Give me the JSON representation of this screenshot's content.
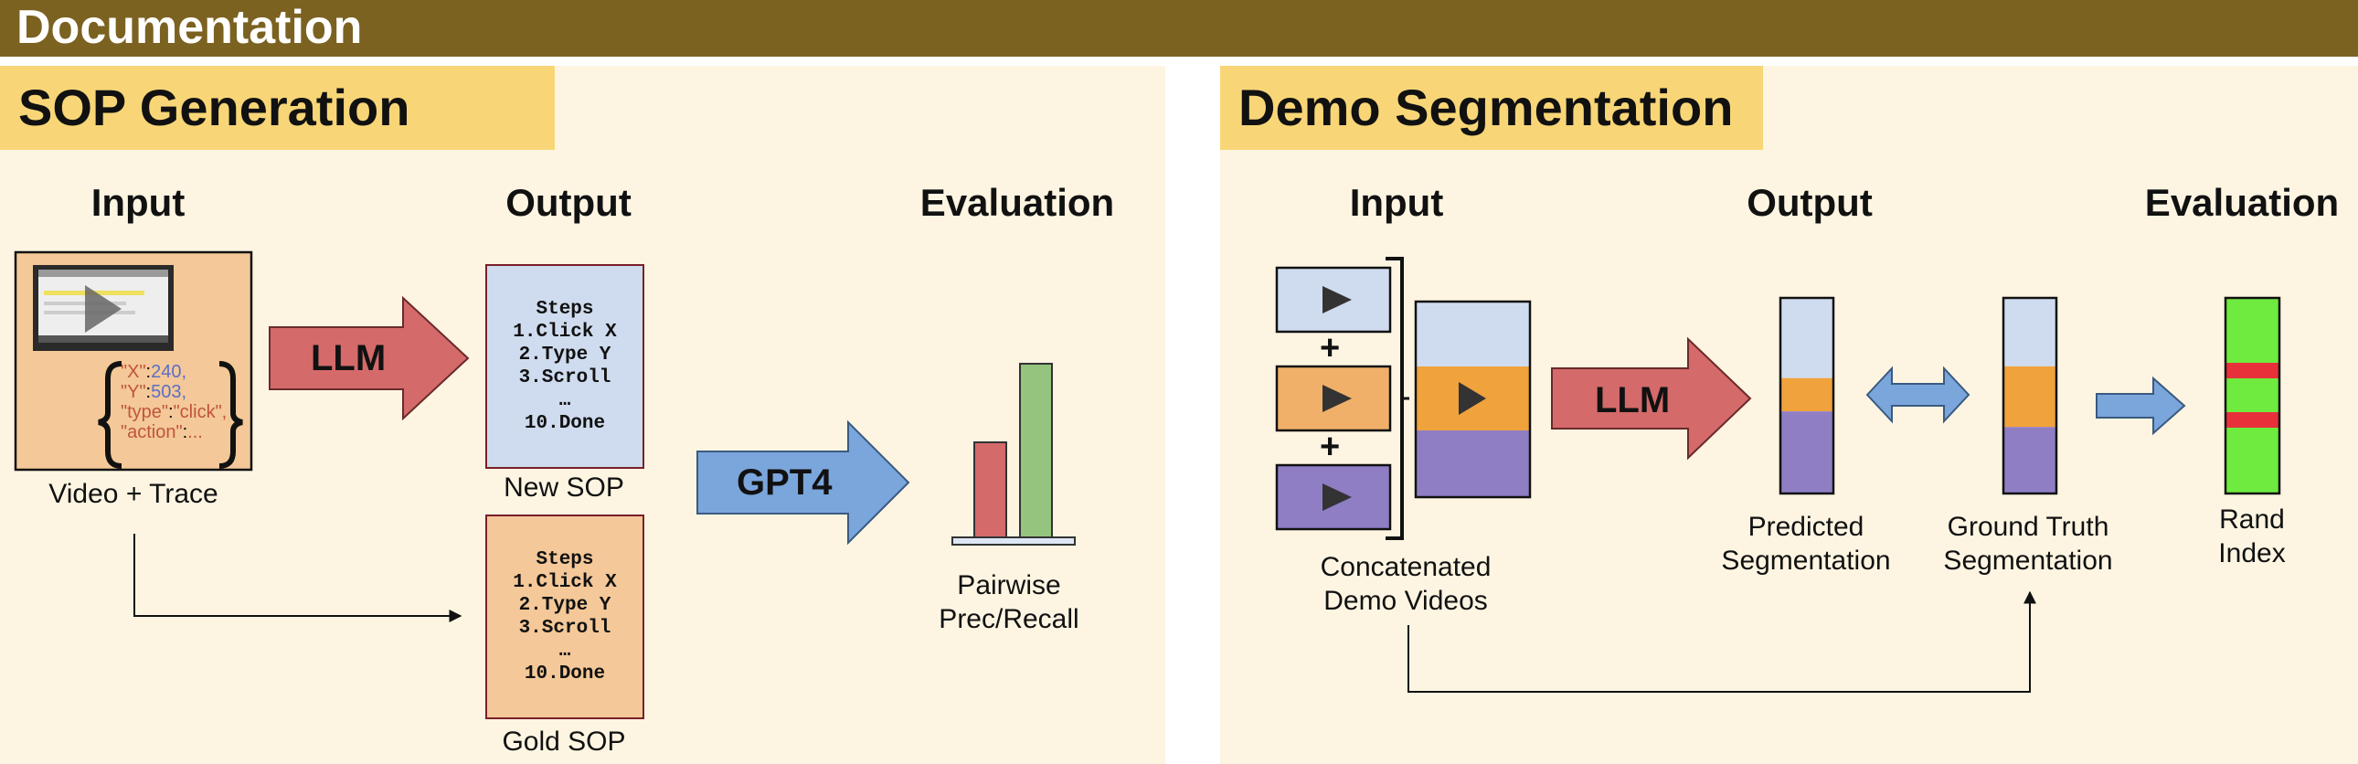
{
  "title": "Documentation",
  "colors": {
    "topbar": "#7b6221",
    "panel": "#fdf5e2",
    "header": "#f8d677",
    "llm_arrow": "#d46a6a",
    "gpt_arrow": "#7aa6dc",
    "blue": "#cfdcef",
    "orange": "#f0a23c",
    "purple": "#8f7ec4",
    "green": "#6fea3f",
    "red": "#e8303a"
  },
  "sop_generation": {
    "header": "SOP Generation",
    "input_heading": "Input",
    "output_heading": "Output",
    "evaluation_heading": "Evaluation",
    "trace_lines": [
      {
        "key": "\"X\"",
        "value": "240,"
      },
      {
        "key": "\"Y\"",
        "value": "503,"
      },
      {
        "key": "\"type\"",
        "value": "\"click\","
      },
      {
        "key": "\"action\"",
        "value": "..."
      }
    ],
    "input_label": "Video + Trace",
    "llm_label": "LLM",
    "new_sop_lines": [
      "Steps",
      "1.Click X",
      "2.Type Y",
      "3.Scroll",
      "…",
      "10.Done"
    ],
    "new_sop_label": "New SOP",
    "gold_sop_lines": [
      "Steps",
      "1.Click X",
      "2.Type Y",
      "3.Scroll",
      "…",
      "10.Done"
    ],
    "gold_sop_label": "Gold SOP",
    "gpt_label": "GPT4",
    "eval_label_line1": "Pairwise",
    "eval_label_line2": "Prec/Recall",
    "bar_chart": {
      "bars": [
        {
          "value": 0.52,
          "color": "#d46a6a"
        },
        {
          "value": 0.95,
          "color": "#94c47d"
        }
      ]
    }
  },
  "demo_segmentation": {
    "header": "Demo Segmentation",
    "input_heading": "Input",
    "output_heading": "Output",
    "evaluation_heading": "Evaluation",
    "plus_1": "+",
    "plus_2": "+",
    "concat_label_line1": "Concatenated",
    "concat_label_line2": "Demo Videos",
    "llm_label": "LLM",
    "predicted_label_line1": "Predicted",
    "predicted_label_line2": "Segmentation",
    "gt_label_line1": "Ground Truth",
    "gt_label_line2": "Segmentation",
    "rand_label_line1": "Rand",
    "rand_label_line2": "Index",
    "predicted_segments": [
      0.41,
      0.17,
      0.42
    ],
    "gt_segments": [
      0.35,
      0.31,
      0.34
    ]
  }
}
